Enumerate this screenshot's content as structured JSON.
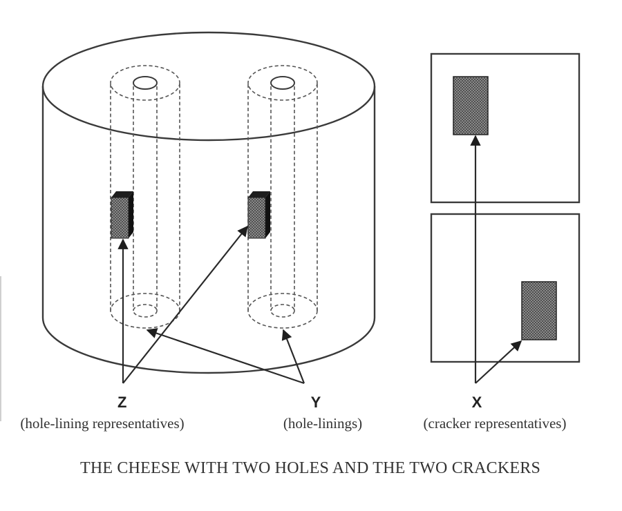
{
  "figure": {
    "title": "THE CHEESE WITH TWO HOLES AND THE TWO CRACKERS",
    "labels": [
      {
        "letter": "Z",
        "description": "(hole-lining representatives)"
      },
      {
        "letter": "Y",
        "description": "(hole-linings)"
      },
      {
        "letter": "X",
        "description": "(cracker representatives)"
      }
    ],
    "objects": {
      "cheese": "cylinder",
      "holes": 2,
      "crackers": 2
    },
    "colors": {
      "line": "#3a3a3a",
      "dashed_line": "#555555",
      "fill_pattern": "#6a6a6a",
      "background": "#ffffff"
    }
  }
}
